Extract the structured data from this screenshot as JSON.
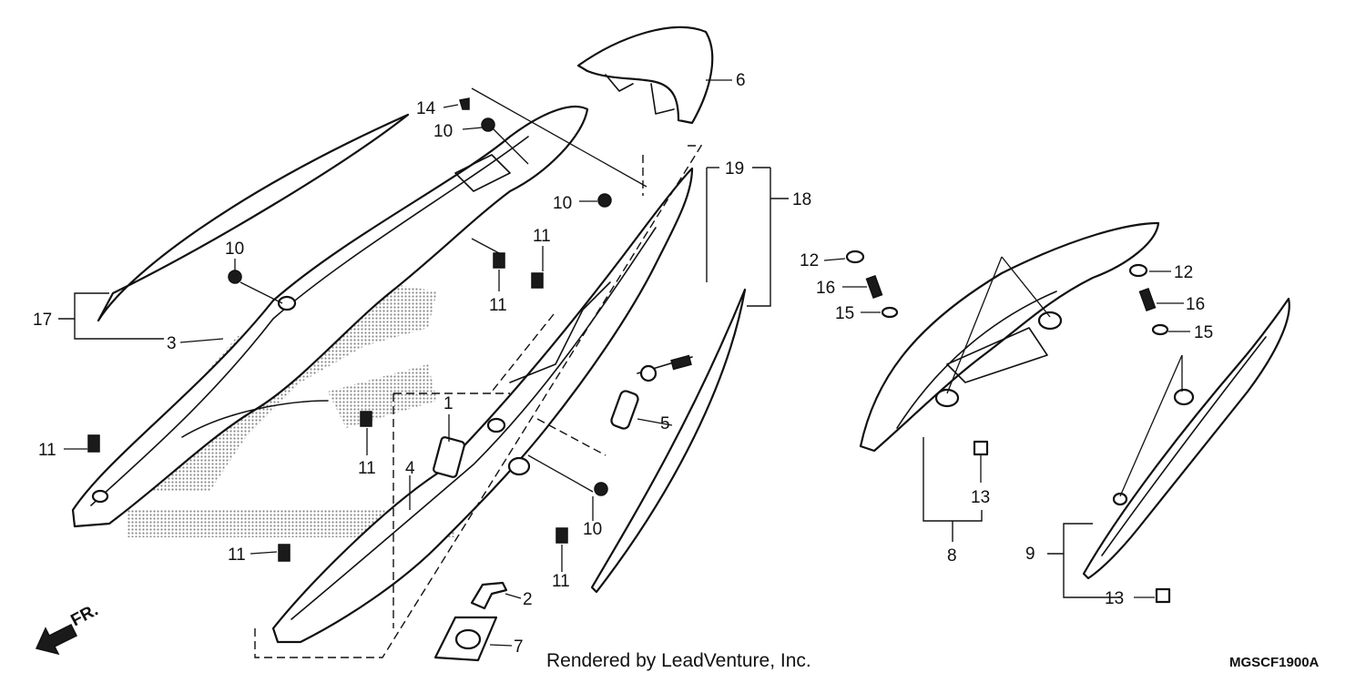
{
  "callouts": {
    "c1": "1",
    "c2": "2",
    "c3": "3",
    "c4": "4",
    "c5": "5",
    "c6": "6",
    "c7": "7",
    "c8": "8",
    "c9": "9",
    "c10": "10",
    "c11": "11",
    "c12": "12",
    "c13": "13",
    "c14": "14",
    "c15": "15",
    "c16": "16",
    "c17": "17",
    "c18": "18",
    "c19": "19"
  },
  "footer": {
    "rendered_by": "Rendered by LeadVenture, Inc.",
    "diagram_code": "MGSCF1900A"
  },
  "direction_indicator": {
    "label": "FR."
  },
  "colors": {
    "line": "#111111",
    "background": "#ffffff",
    "watermark": "#8a8a8a"
  }
}
